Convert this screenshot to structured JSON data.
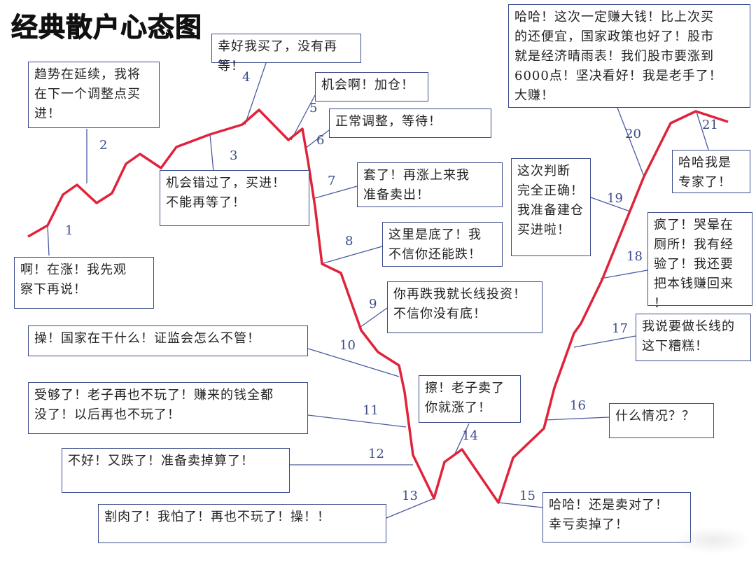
{
  "title": "经典散户心态图",
  "colors": {
    "curve": "#e0233a",
    "box_border": "#3a4b8a",
    "connector": "#4a5aa0"
  },
  "stages": [
    {
      "num": "1",
      "text": "啊！在涨！我先观\n察下再说！"
    },
    {
      "num": "2",
      "text": "趋势在延续，我将\n在下一个调整点买\n进！"
    },
    {
      "num": "3",
      "text": "机会错过了，买进！\n不能再等了！"
    },
    {
      "num": "4",
      "text": "幸好我买了，没有再等！"
    },
    {
      "num": "5",
      "text": "机会啊！加仓！"
    },
    {
      "num": "6",
      "text": "正常调整，等待！"
    },
    {
      "num": "7",
      "text": "套了！再涨上来我\n准备卖出！"
    },
    {
      "num": "8",
      "text": "这里是底了！我\n不信你还能跌！"
    },
    {
      "num": "9",
      "text": "你再跌我就长线投资！\n不信你没有底！"
    },
    {
      "num": "10",
      "text": "操！国家在干什么！证监会怎么不管！"
    },
    {
      "num": "11",
      "text": "受够了！老子再也不玩了！赚来的钱全都\n没了！以后再也不玩了！"
    },
    {
      "num": "12",
      "text": "不好！又跌了！准备卖掉算了！"
    },
    {
      "num": "13",
      "text": "割肉了！我怕了！再也不玩了！操！！"
    },
    {
      "num": "14",
      "text": "擦！老子卖了\n你就涨了！"
    },
    {
      "num": "15",
      "text": "哈哈！还是卖对了！\n幸亏卖掉了！"
    },
    {
      "num": "16",
      "text": "什么情况？？"
    },
    {
      "num": "17",
      "text": "我说要做长线的\n这下糟糕！"
    },
    {
      "num": "18",
      "text": "疯了！哭晕在\n厕所！我有经\n验了！我还要\n把本钱赚回来\n！"
    },
    {
      "num": "19",
      "text": "这次判断\n完全正确！\n我准备建仓\n买进啦！"
    },
    {
      "num": "20",
      "text": "哈哈！这次一定赚大钱！比上次买\n的还便宜，国家政策也好了！股市\n就是经济晴雨表！我们股市要涨到\n6000点！坚决看好！我是老手了！\n大赚！"
    },
    {
      "num": "21",
      "text": "哈哈我是\n专家了！"
    }
  ]
}
